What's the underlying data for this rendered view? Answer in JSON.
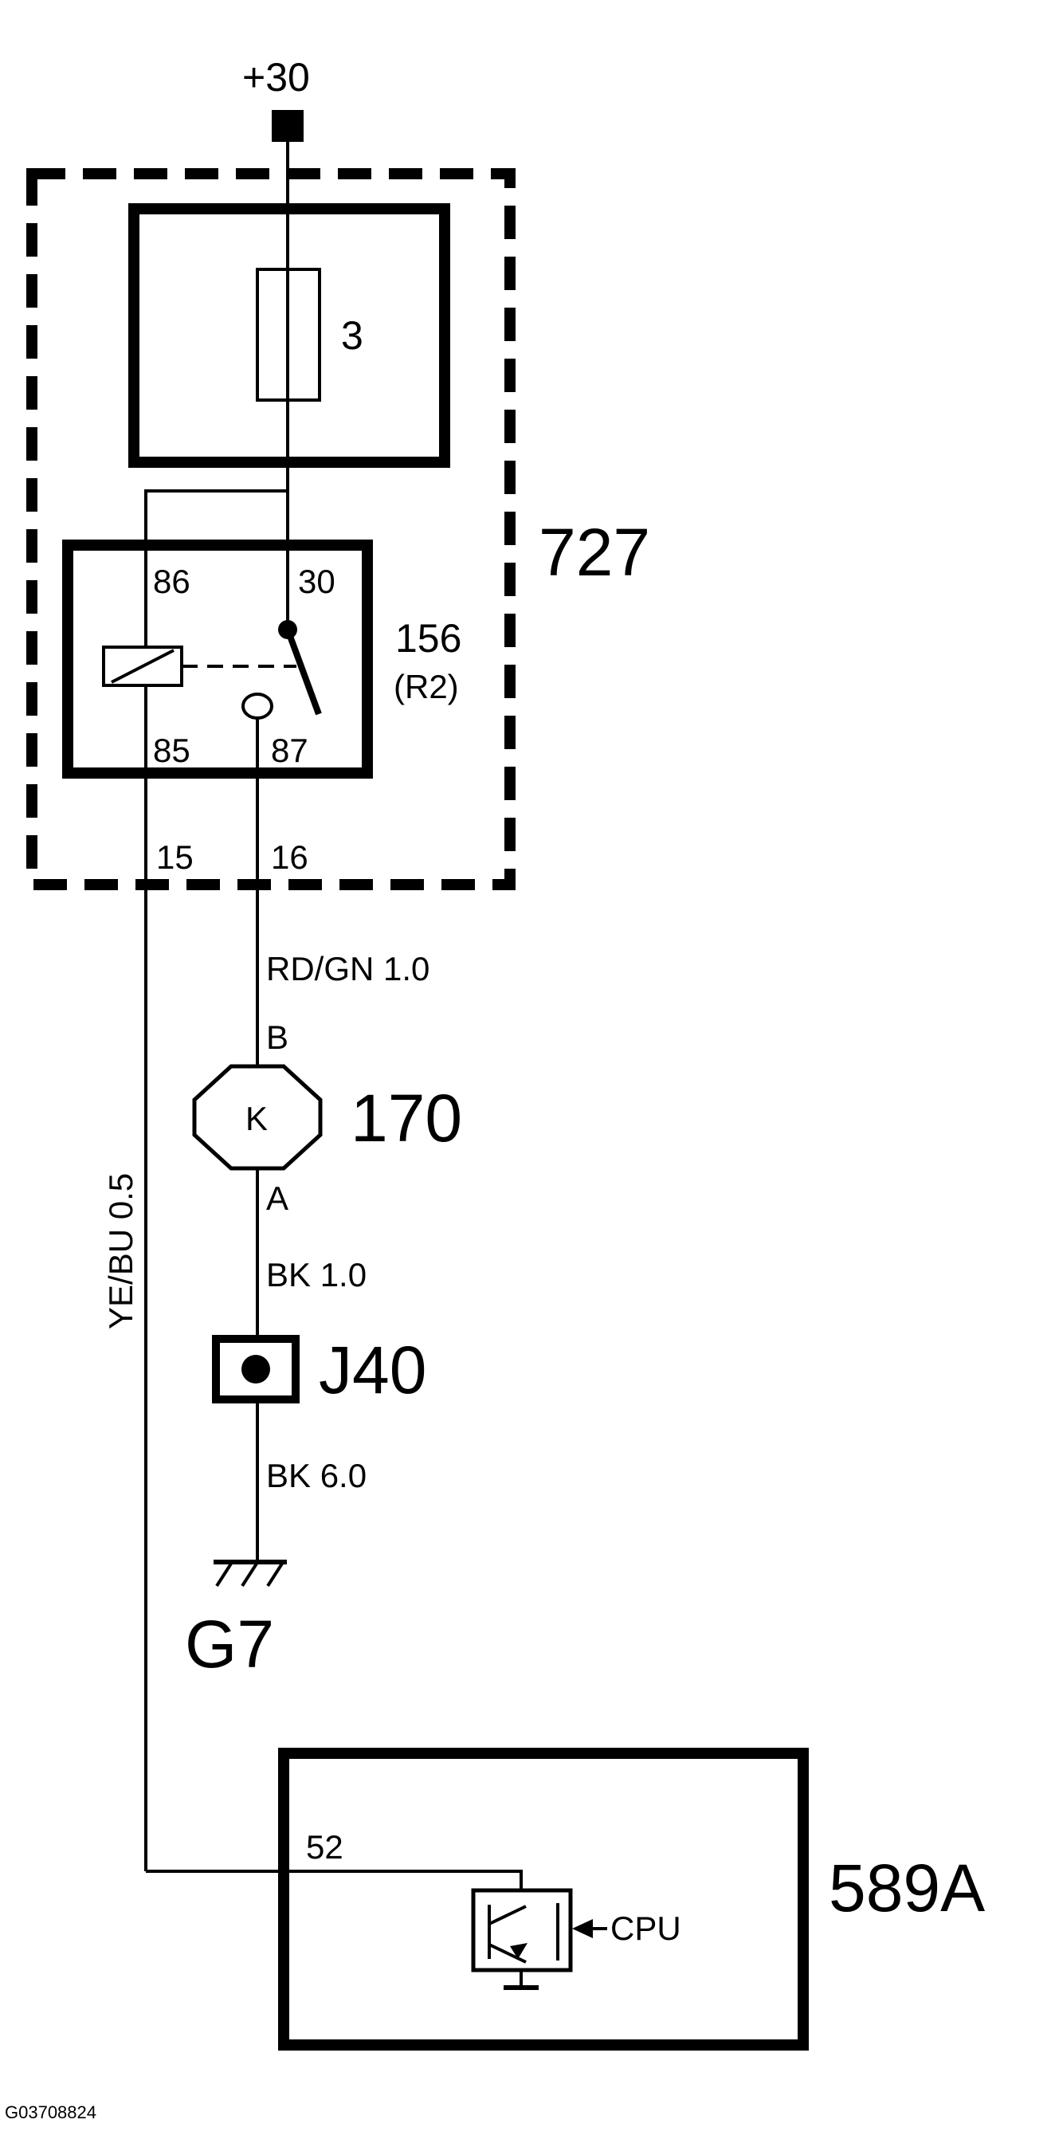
{
  "terminal": {
    "label": "+30"
  },
  "fuse": {
    "label": "3"
  },
  "relay_box": {
    "label": "727"
  },
  "relay": {
    "label": "156",
    "sub_label": "(R2)",
    "pins": {
      "p86": "86",
      "p30": "30",
      "p85": "85",
      "p87": "87"
    }
  },
  "box_pins": {
    "left": "15",
    "right": "16"
  },
  "wires": {
    "red_green": "RD/GN 1.0",
    "yellow_blue": "YE/BU 0.5",
    "black_1": "BK 1.0",
    "black_6": "BK 6.0"
  },
  "horn": {
    "label": "170",
    "symbol": "K",
    "pin_b": "B",
    "pin_a": "A"
  },
  "junction": {
    "label": "J40"
  },
  "ground": {
    "label": "G7"
  },
  "module": {
    "label": "589A",
    "pin": "52",
    "cpu": "CPU"
  },
  "figure_id": "G03708824"
}
